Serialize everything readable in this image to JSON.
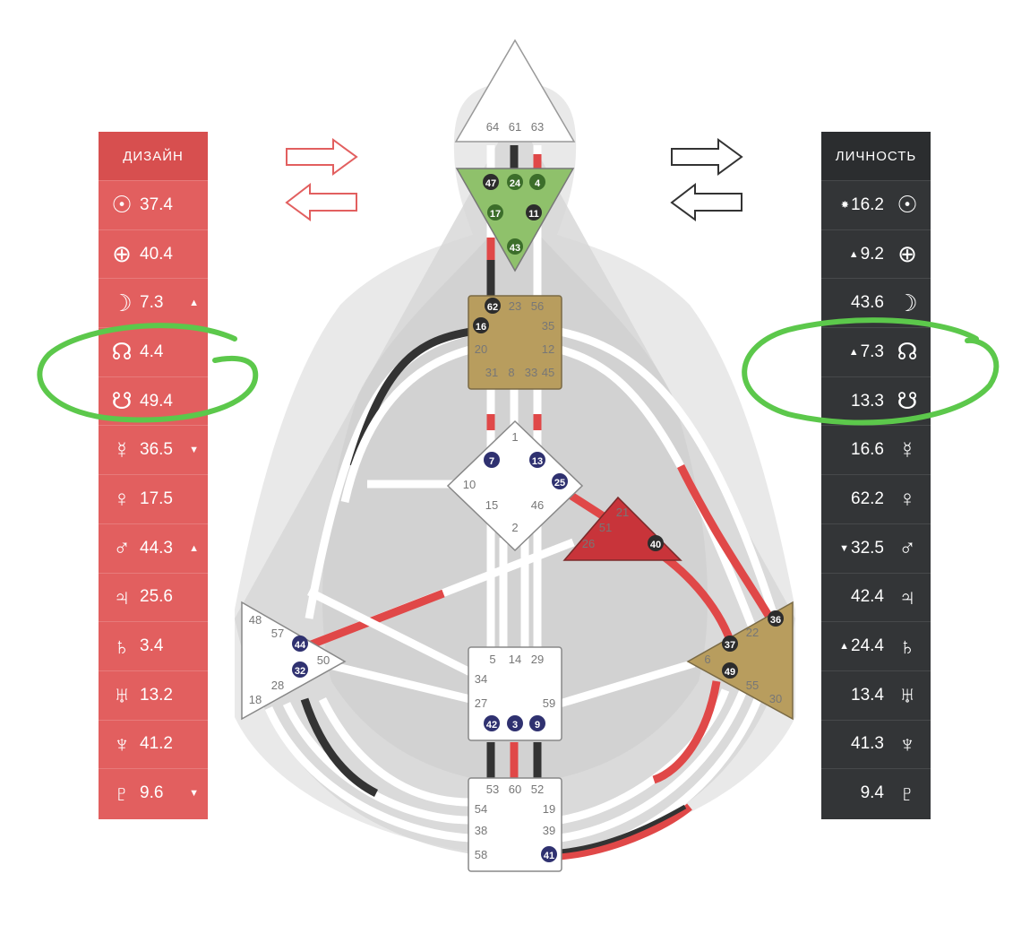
{
  "design_panel": {
    "title": "ДИЗАЙН",
    "rows": [
      {
        "icon": "sun-icon",
        "symbol": "☉",
        "value": "37.4",
        "mark": ""
      },
      {
        "icon": "earth-icon",
        "symbol": "⊕",
        "value": "40.4",
        "mark": ""
      },
      {
        "icon": "moon-icon",
        "symbol": "☽",
        "value": "7.3",
        "mark": "▲"
      },
      {
        "icon": "north-node-icon",
        "symbol": "☊",
        "value": "4.4",
        "mark": ""
      },
      {
        "icon": "south-node-icon",
        "symbol": "☋",
        "value": "49.4",
        "mark": ""
      },
      {
        "icon": "mercury-icon",
        "symbol": "☿",
        "value": "36.5",
        "mark": "▼"
      },
      {
        "icon": "venus-icon",
        "symbol": "♀",
        "value": "17.5",
        "mark": ""
      },
      {
        "icon": "mars-icon",
        "symbol": "♂",
        "value": "44.3",
        "mark": "▲"
      },
      {
        "icon": "jupiter-icon",
        "symbol": "♃",
        "value": "25.6",
        "mark": ""
      },
      {
        "icon": "saturn-icon",
        "symbol": "♄",
        "value": "3.4",
        "mark": ""
      },
      {
        "icon": "uranus-icon",
        "symbol": "♅",
        "value": "13.2",
        "mark": ""
      },
      {
        "icon": "neptune-icon",
        "symbol": "♆",
        "value": "41.2",
        "mark": ""
      },
      {
        "icon": "pluto-icon",
        "symbol": "♇",
        "value": "9.6",
        "mark": "▼"
      }
    ]
  },
  "personality_panel": {
    "title": "ЛИЧНОСТЬ",
    "rows": [
      {
        "icon": "sun-icon",
        "symbol": "☉",
        "value": "16.2",
        "mark": "✸"
      },
      {
        "icon": "earth-icon",
        "symbol": "⊕",
        "value": "9.2",
        "mark": "▲"
      },
      {
        "icon": "moon-icon",
        "symbol": "☽",
        "value": "43.6",
        "mark": ""
      },
      {
        "icon": "north-node-icon",
        "symbol": "☊",
        "value": "7.3",
        "mark": "▲"
      },
      {
        "icon": "south-node-icon",
        "symbol": "☋",
        "value": "13.3",
        "mark": ""
      },
      {
        "icon": "mercury-icon",
        "symbol": "☿",
        "value": "16.6",
        "mark": ""
      },
      {
        "icon": "venus-icon",
        "symbol": "♀",
        "value": "62.2",
        "mark": ""
      },
      {
        "icon": "mars-icon",
        "symbol": "♂",
        "value": "32.5",
        "mark": "▼"
      },
      {
        "icon": "jupiter-icon",
        "symbol": "♃",
        "value": "42.4",
        "mark": ""
      },
      {
        "icon": "saturn-icon",
        "symbol": "♄",
        "value": "24.4",
        "mark": "▲"
      },
      {
        "icon": "uranus-icon",
        "symbol": "♅",
        "value": "13.4",
        "mark": ""
      },
      {
        "icon": "neptune-icon",
        "symbol": "♆",
        "value": "41.3",
        "mark": ""
      },
      {
        "icon": "pluto-icon",
        "symbol": "♇",
        "value": "9.4",
        "mark": ""
      }
    ]
  },
  "colors": {
    "design_red": "#e25f5f",
    "personality_dark": "#333537",
    "throat_green": "#8fc16b",
    "center_tan": "#b89d5e",
    "ego_red": "#c8343a",
    "gate_blue": "#2f3170",
    "highlight_green": "#5cc84b"
  },
  "centers": {
    "head": [
      "64",
      "61",
      "63"
    ],
    "ajna": [
      "47",
      "24",
      "4",
      "17",
      "11",
      "43"
    ],
    "throat": [
      "62",
      "23",
      "56",
      "16",
      "35",
      "20",
      "12",
      "31",
      "8",
      "33",
      "45"
    ],
    "g": [
      "1",
      "7",
      "13",
      "10",
      "25",
      "15",
      "46",
      "2"
    ],
    "ego": [
      "21",
      "51",
      "26",
      "40"
    ],
    "spleen": [
      "48",
      "57",
      "44",
      "50",
      "32",
      "28",
      "18"
    ],
    "sacral": [
      "5",
      "14",
      "29",
      "34",
      "27",
      "59",
      "42",
      "3",
      "9"
    ],
    "solar_plexus": [
      "36",
      "22",
      "37",
      "6",
      "49",
      "55",
      "30"
    ],
    "root": [
      "53",
      "60",
      "52",
      "54",
      "19",
      "38",
      "39",
      "58",
      "41"
    ]
  }
}
